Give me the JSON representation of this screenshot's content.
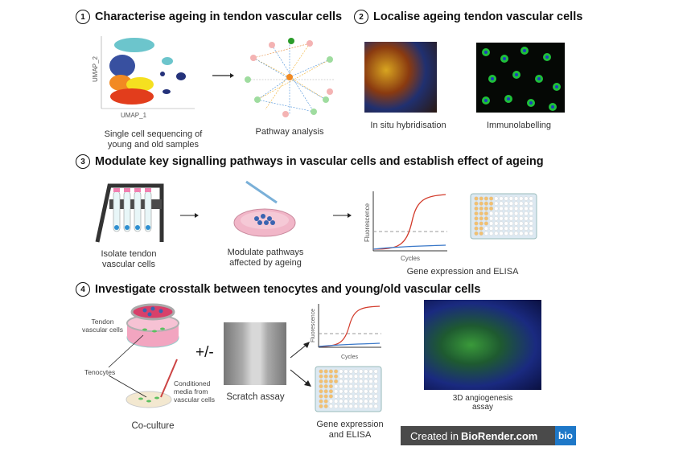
{
  "sections": [
    {
      "number": "1",
      "title": "Characterise ageing in tendon vascular cells"
    },
    {
      "number": "2",
      "title": "Localise ageing tendon vascular cells"
    },
    {
      "number": "3",
      "title": "Modulate key signalling pathways in vascular cells and establish effect of ageing"
    },
    {
      "number": "4",
      "title": "Investigate crosstalk between tenocytes and young/old vascular cells"
    }
  ],
  "s1": {
    "umap_caption_1": "Single cell sequencing of",
    "umap_caption_2": "young and old samples",
    "umap_xlabel": "UMAP_1",
    "umap_ylabel": "UMAP_2",
    "pathway_caption": "Pathway analysis"
  },
  "s2": {
    "ish_caption": "In situ hybridisation",
    "immuno_caption": "Immunolabelling"
  },
  "s3": {
    "isolate_1": "Isolate tendon",
    "isolate_2": "vascular cells",
    "modulate_1": "Modulate pathways",
    "modulate_2": "affected by ageing",
    "ylabel": "Fluorescence",
    "xlabel": "Cycles",
    "gene_caption": "Gene expression and ELISA"
  },
  "s4": {
    "tendon_label_1": "Tendon",
    "tendon_label_2": "vascular cells",
    "tenocytes_label": "Tenocytes",
    "cond_1": "Conditioned",
    "cond_2": "media from",
    "cond_3": "vascular cells",
    "coculture": "Co-culture",
    "plusminus": "+/-",
    "scratch": "Scratch assay",
    "ylabel": "Fluorescence",
    "xlabel": "Cycles",
    "gene_1": "Gene expression",
    "gene_2": "and ELISA",
    "angio_1": "3D angiogenesis",
    "angio_2": "assay"
  },
  "badge": {
    "created": "Created in ",
    "brand": "BioRender.com",
    "logo": "bio"
  }
}
